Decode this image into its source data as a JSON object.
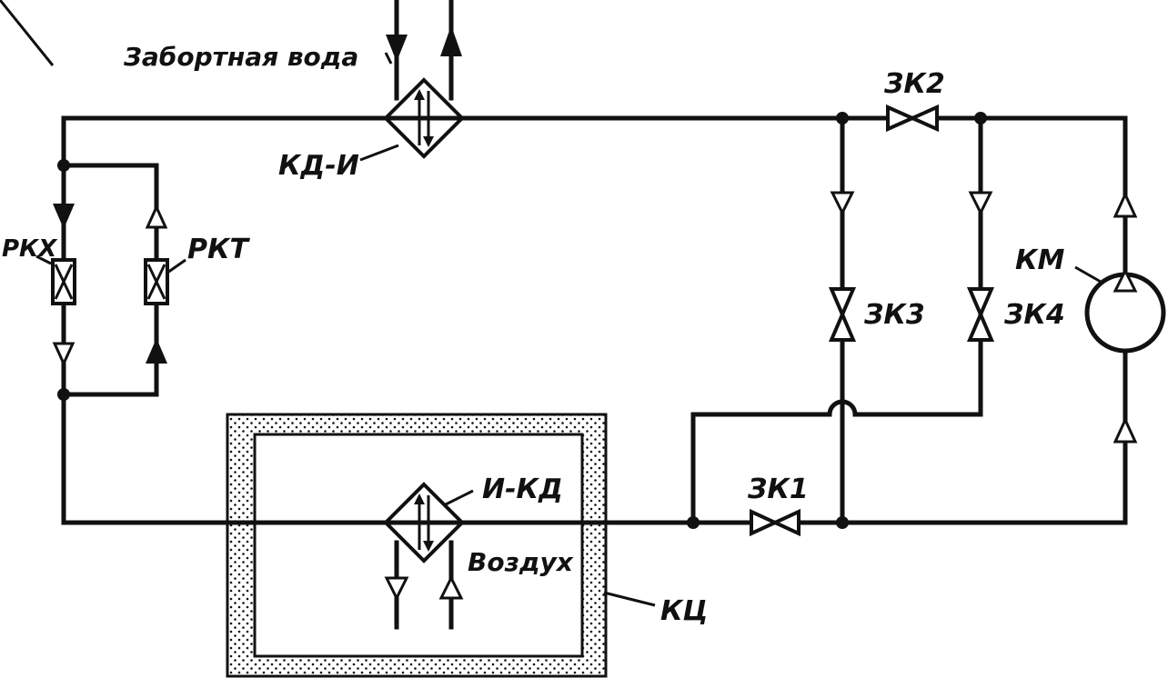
{
  "labels": {
    "seawater": "Забортная вода",
    "kd_i": "КД-И",
    "i_kd": "И-КД",
    "air": "Воздух",
    "kts": "КЦ",
    "km": "КМ",
    "rkh": "РКХ",
    "rkt": "РКТ",
    "zk1": "ЗК1",
    "zk2": "ЗК2",
    "zk3": "ЗК3",
    "zk4": "ЗК4"
  },
  "colors": {
    "line": "#111111",
    "insulation_fill": "#ffffff",
    "insulation_dots": "#111111",
    "background": "#ffffff"
  }
}
